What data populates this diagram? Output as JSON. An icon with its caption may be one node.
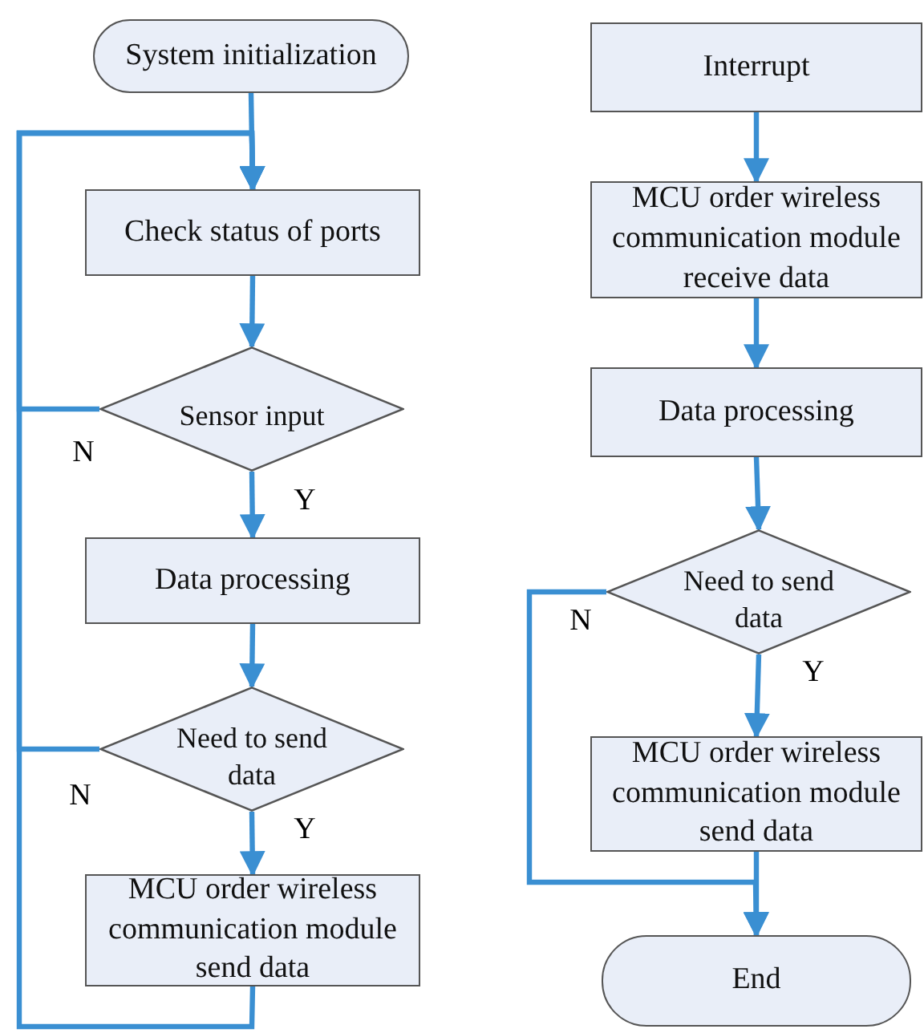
{
  "diagram": {
    "nodes": [
      {
        "text": [
          "System initialization"
        ]
      },
      {
        "text": [
          "Check status of ports"
        ]
      },
      {
        "text": [
          "Sensor input"
        ]
      },
      {
        "text": [
          "Data processing"
        ]
      },
      {
        "text": [
          "Need to send data"
        ]
      },
      {
        "text": [
          "MCU order wireless communication module send data"
        ]
      },
      {
        "text": [
          "Interrupt"
        ]
      },
      {
        "text": [
          "MCU order wireless communication module receive data"
        ]
      },
      {
        "text": [
          "Data processing"
        ]
      },
      {
        "text": [
          "Need to send data"
        ]
      },
      {
        "text": [
          "MCU order wireless communication module send data"
        ]
      },
      {
        "text": [
          "End"
        ]
      }
    ],
    "edges": [
      {
        "from": 0,
        "to": 1,
        "arrow": "to"
      },
      {
        "from": 1,
        "to": 2,
        "arrow": "to"
      },
      {
        "from": 2,
        "to": 3,
        "arrow": "to",
        "label": "Y"
      },
      {
        "from": 2,
        "to": 1,
        "arrow": "to",
        "label": "N"
      },
      {
        "from": 3,
        "to": 4,
        "arrow": "to"
      },
      {
        "from": 4,
        "to": 5,
        "arrow": "to",
        "label": "Y"
      },
      {
        "from": 4,
        "to": 1,
        "arrow": "to",
        "label": "N"
      },
      {
        "from": 5,
        "to": 1,
        "arrow": "to"
      },
      {
        "from": 6,
        "to": 7,
        "arrow": "to"
      },
      {
        "from": 7,
        "to": 8,
        "arrow": "to"
      },
      {
        "from": 8,
        "to": 9,
        "arrow": "to"
      },
      {
        "from": 9,
        "to": 10,
        "arrow": "to",
        "label": "Y"
      },
      {
        "from": 10,
        "to": 11,
        "arrow": "to"
      },
      {
        "from": 9,
        "to": 11,
        "arrow": "to",
        "label": "N"
      }
    ]
  }
}
